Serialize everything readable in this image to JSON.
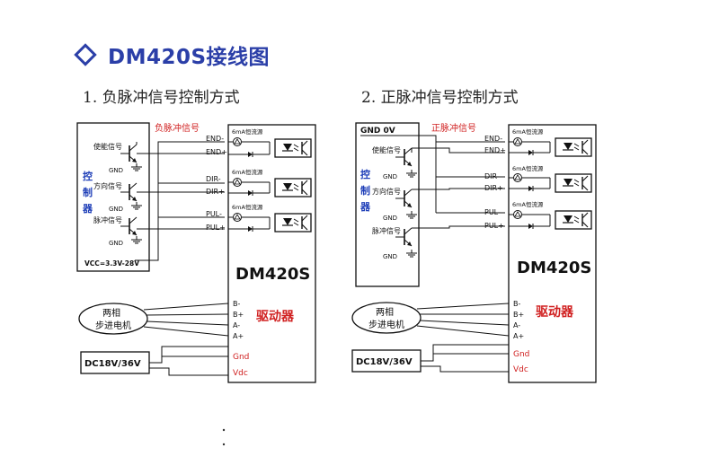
{
  "header": {
    "title": "DM420S接线图"
  },
  "left": {
    "subtitle": "1. 负脉冲信号控制方式",
    "signal_caption": "负脉冲信号",
    "controller_label": [
      "控",
      "制",
      "器"
    ],
    "inputs": [
      {
        "name": "使能信号",
        "gnd": "GND"
      },
      {
        "name": "方向信号",
        "gnd": "GND"
      },
      {
        "name": "脉冲信号",
        "gnd": "GND"
      }
    ],
    "vcc": "VCC=3.3V-28V"
  },
  "right": {
    "subtitle": "2. 正脉冲信号控制方式",
    "signal_caption": "正脉冲信号",
    "gnd_top": "GND 0V",
    "controller_label": [
      "控",
      "制",
      "器"
    ],
    "inputs": [
      {
        "name": "使能信号",
        "gnd": "GND"
      },
      {
        "name": "方向信号",
        "gnd": "GND"
      },
      {
        "name": "脉冲信号",
        "gnd": "GND"
      }
    ]
  },
  "driver": {
    "model": "DM420S",
    "label": "驱动器",
    "current_source": "6mA恒流源",
    "pins": [
      "END-",
      "END+",
      "DIR-",
      "DIR+",
      "PUL-",
      "PUL+"
    ],
    "motor_pins": [
      "B-",
      "B+",
      "A-",
      "A+"
    ],
    "power_pins": [
      "Gnd",
      "Vdc"
    ]
  },
  "motor": {
    "line1": "两相",
    "line2": "步进电机"
  },
  "power": {
    "label": "DC18V/36V"
  },
  "colors": {
    "title": "#2b3fa8",
    "accent": "#d02020",
    "controller": "#1f3fb8"
  }
}
